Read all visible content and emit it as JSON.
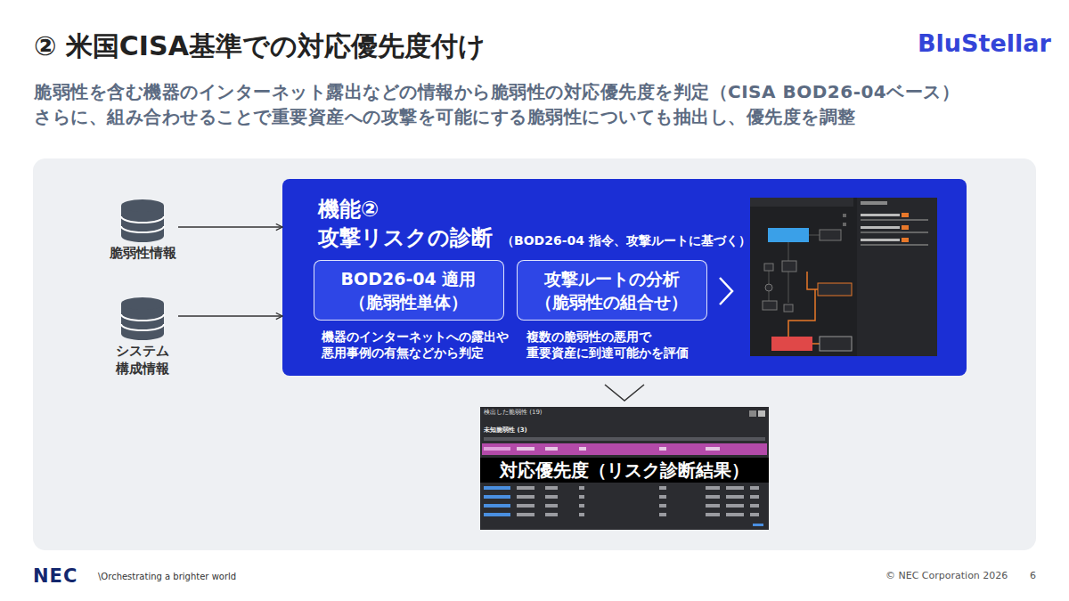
{
  "diagram": {
    "title": "② 米国CISA基準での対応優先度付け",
    "nodes": [
      {
        "text": [
          "脆弱性情報"
        ]
      },
      {
        "text": [
          "システム 構成情報"
        ]
      },
      {
        "text": [
          "機能②",
          "攻撃リスクの診断",
          "（BOD26-04 指令、攻撃ルートに基づく）"
        ]
      },
      {
        "text": [
          "BOD26-04 適用 （脆弱性単体）",
          "機器のインターネットへの露出や 悪用事例の有無などから判定"
        ],
        "in": 2
      },
      {
        "text": [
          "攻撃ルートの分析 （脆弱性の組合せ）",
          "複数の脆弱性の悪用で 重要資産に到達可能かを評価"
        ],
        "in": 2
      },
      {
        "text": [
          "対応優先度（リスク診断結果）"
        ]
      }
    ],
    "edges": [
      {
        "from": 0,
        "to": 2,
        "arrow": "to"
      },
      {
        "from": 1,
        "to": 2,
        "arrow": "to"
      },
      {
        "from": 2,
        "to": 5,
        "arrow": "to"
      }
    ],
    "labels": [
      "脆弱性を含む機器のインターネット露出などの情報から脆弱性の対応優先度を判定（CISA BOD26-04ベース）",
      "さらに、組み合わせることで重要資産への攻撃を可能にする脆弱性についても抽出し、優先度を調整",
      "BluStellar",
      "検出した脆弱性 (19)",
      "未知脆弱性 (3)",
      "NEC",
      "\\Orchestrating a brighter world",
      "© NEC Corporation 2026",
      "6"
    ]
  }
}
